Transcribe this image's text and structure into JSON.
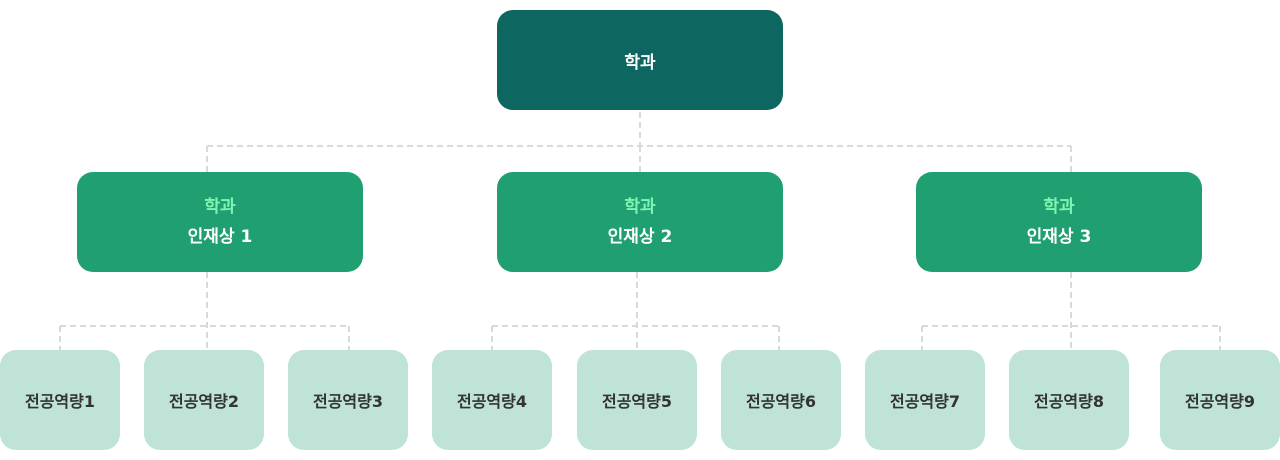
{
  "root": {
    "label": "학과"
  },
  "talents": [
    {
      "prefix": "학과",
      "label": "인재상 1"
    },
    {
      "prefix": "학과",
      "label": "인재상 2"
    },
    {
      "prefix": "학과",
      "label": "인재상 3"
    }
  ],
  "competencies": [
    "전공역량1",
    "전공역량2",
    "전공역량3",
    "전공역량4",
    "전공역량5",
    "전공역량6",
    "전공역량7",
    "전공역량8",
    "전공역량9"
  ],
  "colors": {
    "root_bg": "#0e6660",
    "talent_bg": "#20a070",
    "talent_prefix": "#7ff5b3",
    "competency_bg": "#bfe3d6",
    "connector": "#d9d9d9"
  }
}
